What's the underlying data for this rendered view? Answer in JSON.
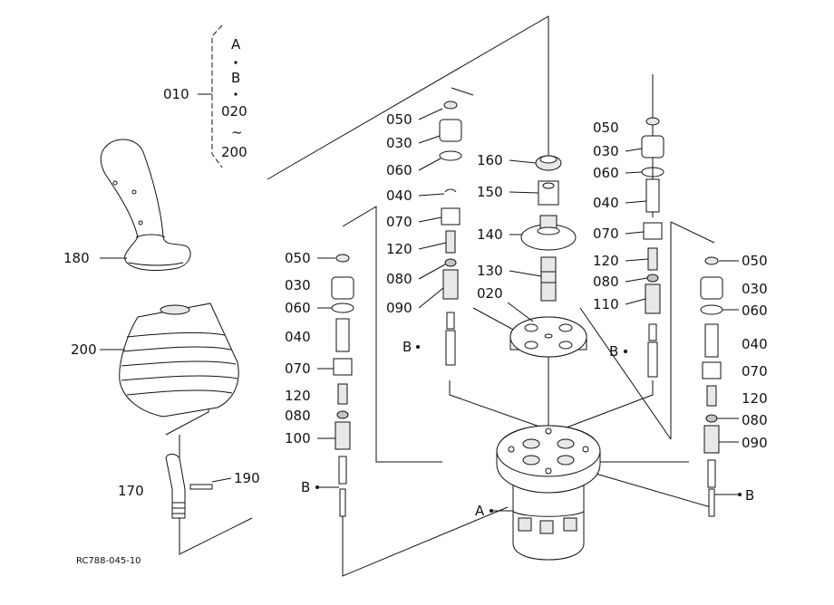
{
  "drawing_code": "RC788-045-10",
  "legend": {
    "main": "010",
    "a": "A",
    "b": "B",
    "from": "020",
    "tilde": "~",
    "to": "200"
  },
  "ref": {
    "a": "A",
    "b": "B"
  },
  "labels": {
    "l050": "050",
    "l030": "030",
    "l060": "060",
    "l040": "040",
    "l070": "070",
    "l120": "120",
    "l080": "080",
    "l090": "090",
    "l100": "100",
    "l110": "110",
    "l130": "130",
    "l140": "140",
    "l150": "150",
    "l160": "160",
    "l020": "020",
    "l170": "170",
    "l180": "180",
    "l190": "190",
    "l200": "200"
  }
}
